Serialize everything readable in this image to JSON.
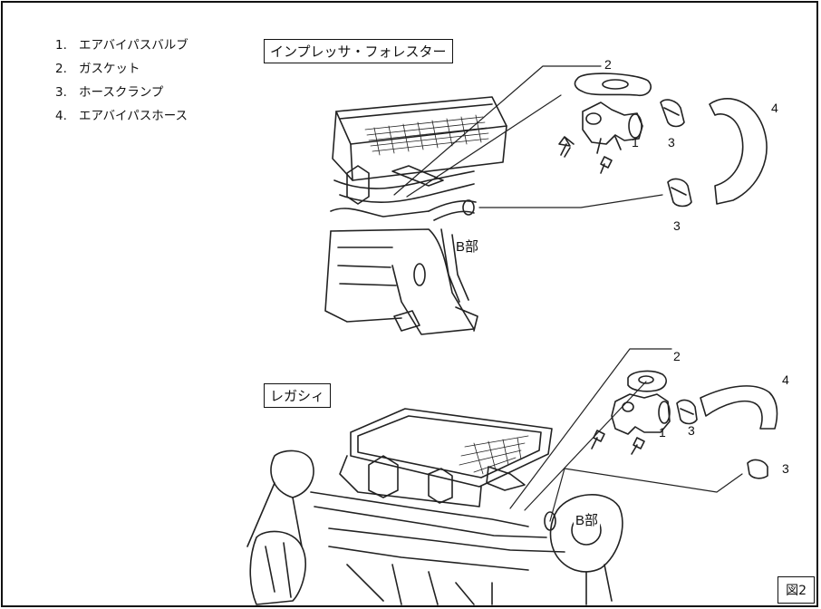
{
  "legend": [
    {
      "num": "1.",
      "text": "エアバイパスバルブ"
    },
    {
      "num": "2.",
      "text": "ガスケット"
    },
    {
      "num": "3.",
      "text": "ホースクランプ"
    },
    {
      "num": "4.",
      "text": "エアバイパスホース"
    }
  ],
  "panels": {
    "impreza": {
      "title": "インプレッサ・フォレスター",
      "callouts": {
        "gasket": "2",
        "valve": "1",
        "clamp_upper": "3",
        "clamp_lower": "3",
        "hose": "4",
        "part_b": "B部"
      }
    },
    "legacy": {
      "title": "レガシィ",
      "callouts": {
        "gasket": "2",
        "valve": "1",
        "clamp_upper": "3",
        "clamp_lower": "3",
        "hose": "4",
        "part_b": "B部"
      }
    }
  },
  "figure_id": "図2"
}
